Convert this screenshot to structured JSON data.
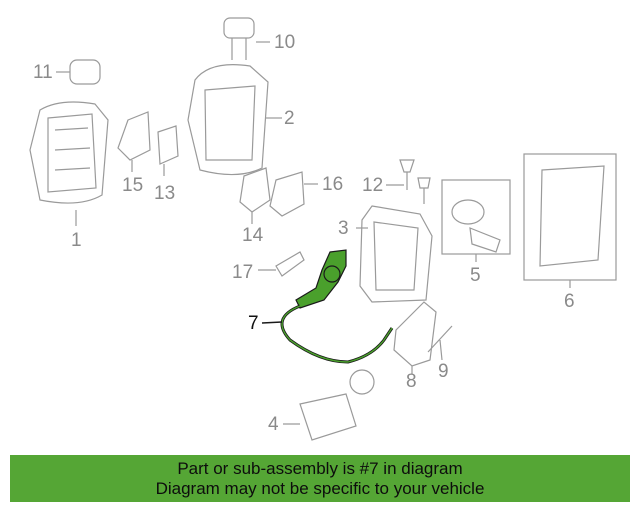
{
  "parts": [
    {
      "id": "label-1",
      "text": "1"
    },
    {
      "id": "label-2",
      "text": "2"
    },
    {
      "id": "label-3",
      "text": "3"
    },
    {
      "id": "label-4",
      "text": "4"
    },
    {
      "id": "label-5",
      "text": "5"
    },
    {
      "id": "label-6",
      "text": "6"
    },
    {
      "id": "label-7",
      "text": "7"
    },
    {
      "id": "label-8",
      "text": "8"
    },
    {
      "id": "label-9",
      "text": "9"
    },
    {
      "id": "label-10",
      "text": "10"
    },
    {
      "id": "label-11",
      "text": "11"
    },
    {
      "id": "label-12",
      "text": "12"
    },
    {
      "id": "label-13",
      "text": "13"
    },
    {
      "id": "label-14",
      "text": "14"
    },
    {
      "id": "label-15",
      "text": "15"
    },
    {
      "id": "label-16",
      "text": "16"
    },
    {
      "id": "label-17",
      "text": "17"
    }
  ],
  "highlighted_part": "7",
  "colors": {
    "highlight": "#4aa02c",
    "line": "#9a9a9a",
    "banner": "#55a635"
  },
  "banner": {
    "line1": "Part or sub-assembly is #7 in diagram",
    "line2": "Diagram may not be specific to your vehicle"
  }
}
